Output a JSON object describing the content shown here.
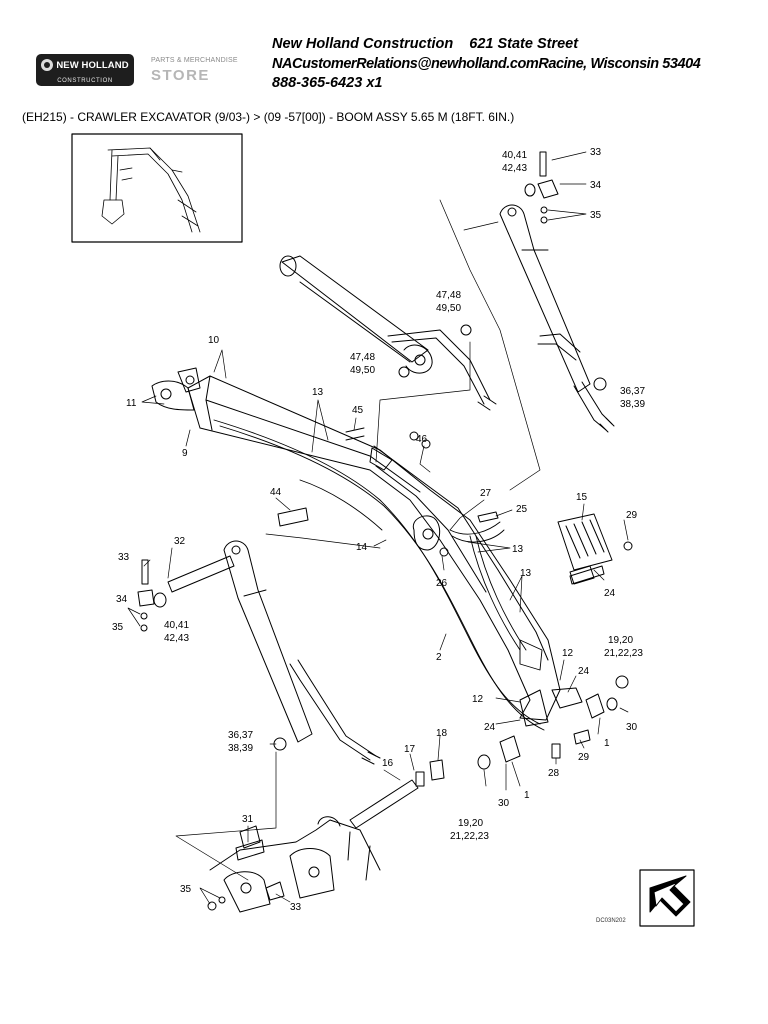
{
  "header": {
    "company": "New Holland Construction",
    "street": "621 State Street",
    "email": "NACustomerRelations@newholland.com",
    "city": "Racine, Wisconsin 53404",
    "phone": "888-365-6423 x1"
  },
  "logo": {
    "brand": "NEW HOLLAND",
    "sub": "CONSTRUCTION",
    "store_small": "PARTS & MERCHANDISE",
    "store_big": "STORE"
  },
  "breadcrumb": "(EH215) - CRAWLER EXCAVATOR (9/03-) > (09 -57[00]) - BOOM ASSY 5.65 M (18FT. 6IN.)",
  "diagram_code": "DC03N202",
  "callouts": {
    "c33a": "33",
    "c34a": "34",
    "c35a": "35",
    "c40a1": "40,41",
    "c40a2": "42,43",
    "c47a1": "47,48",
    "c47a2": "49,50",
    "c47b1": "47,48",
    "c47b2": "49,50",
    "c36a1": "36,37",
    "c36a2": "38,39",
    "c10": "10",
    "c11": "11",
    "c9": "9",
    "c13a": "13",
    "c45": "45",
    "c46": "46",
    "c44": "44",
    "c27": "27",
    "c25": "25",
    "c13b": "13",
    "c14": "14",
    "c26": "26",
    "c13c": "13",
    "c15": "15",
    "c29a": "29",
    "c24a": "24",
    "c32": "32",
    "c33b": "33",
    "c34b": "34",
    "c35b": "35",
    "c40b1": "40,41",
    "c40b2": "42,43",
    "c2": "2",
    "c12a": "12",
    "c24b": "24",
    "c19a1": "19,20",
    "c19a2": "21,22,23",
    "c12b": "12",
    "c24c": "24",
    "c30a": "30",
    "c1a": "1",
    "c29b": "29",
    "c28": "28",
    "c36b1": "36,37",
    "c36b2": "38,39",
    "c17": "17",
    "c18": "18",
    "c16": "16",
    "c19b1": "19,20",
    "c19b2": "21,22,23",
    "c30b": "30",
    "c1b": "1",
    "c31": "31",
    "c35c": "35",
    "c33c": "33"
  }
}
